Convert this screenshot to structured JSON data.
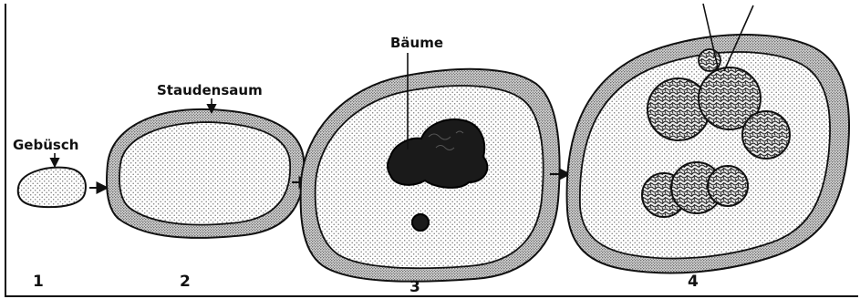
{
  "labels": {
    "gebuesch": "Gebüsch",
    "staudensaum": "Staudensaum",
    "baeume": "Bäume"
  },
  "stages": [
    "1",
    "2",
    "3",
    "4"
  ],
  "colors": {
    "ink": "#111111",
    "background": "#ffffff",
    "stipple_light": "#9a9a9a",
    "stipple_dense": "#555555",
    "tree_fill": "#1a1a1a"
  }
}
